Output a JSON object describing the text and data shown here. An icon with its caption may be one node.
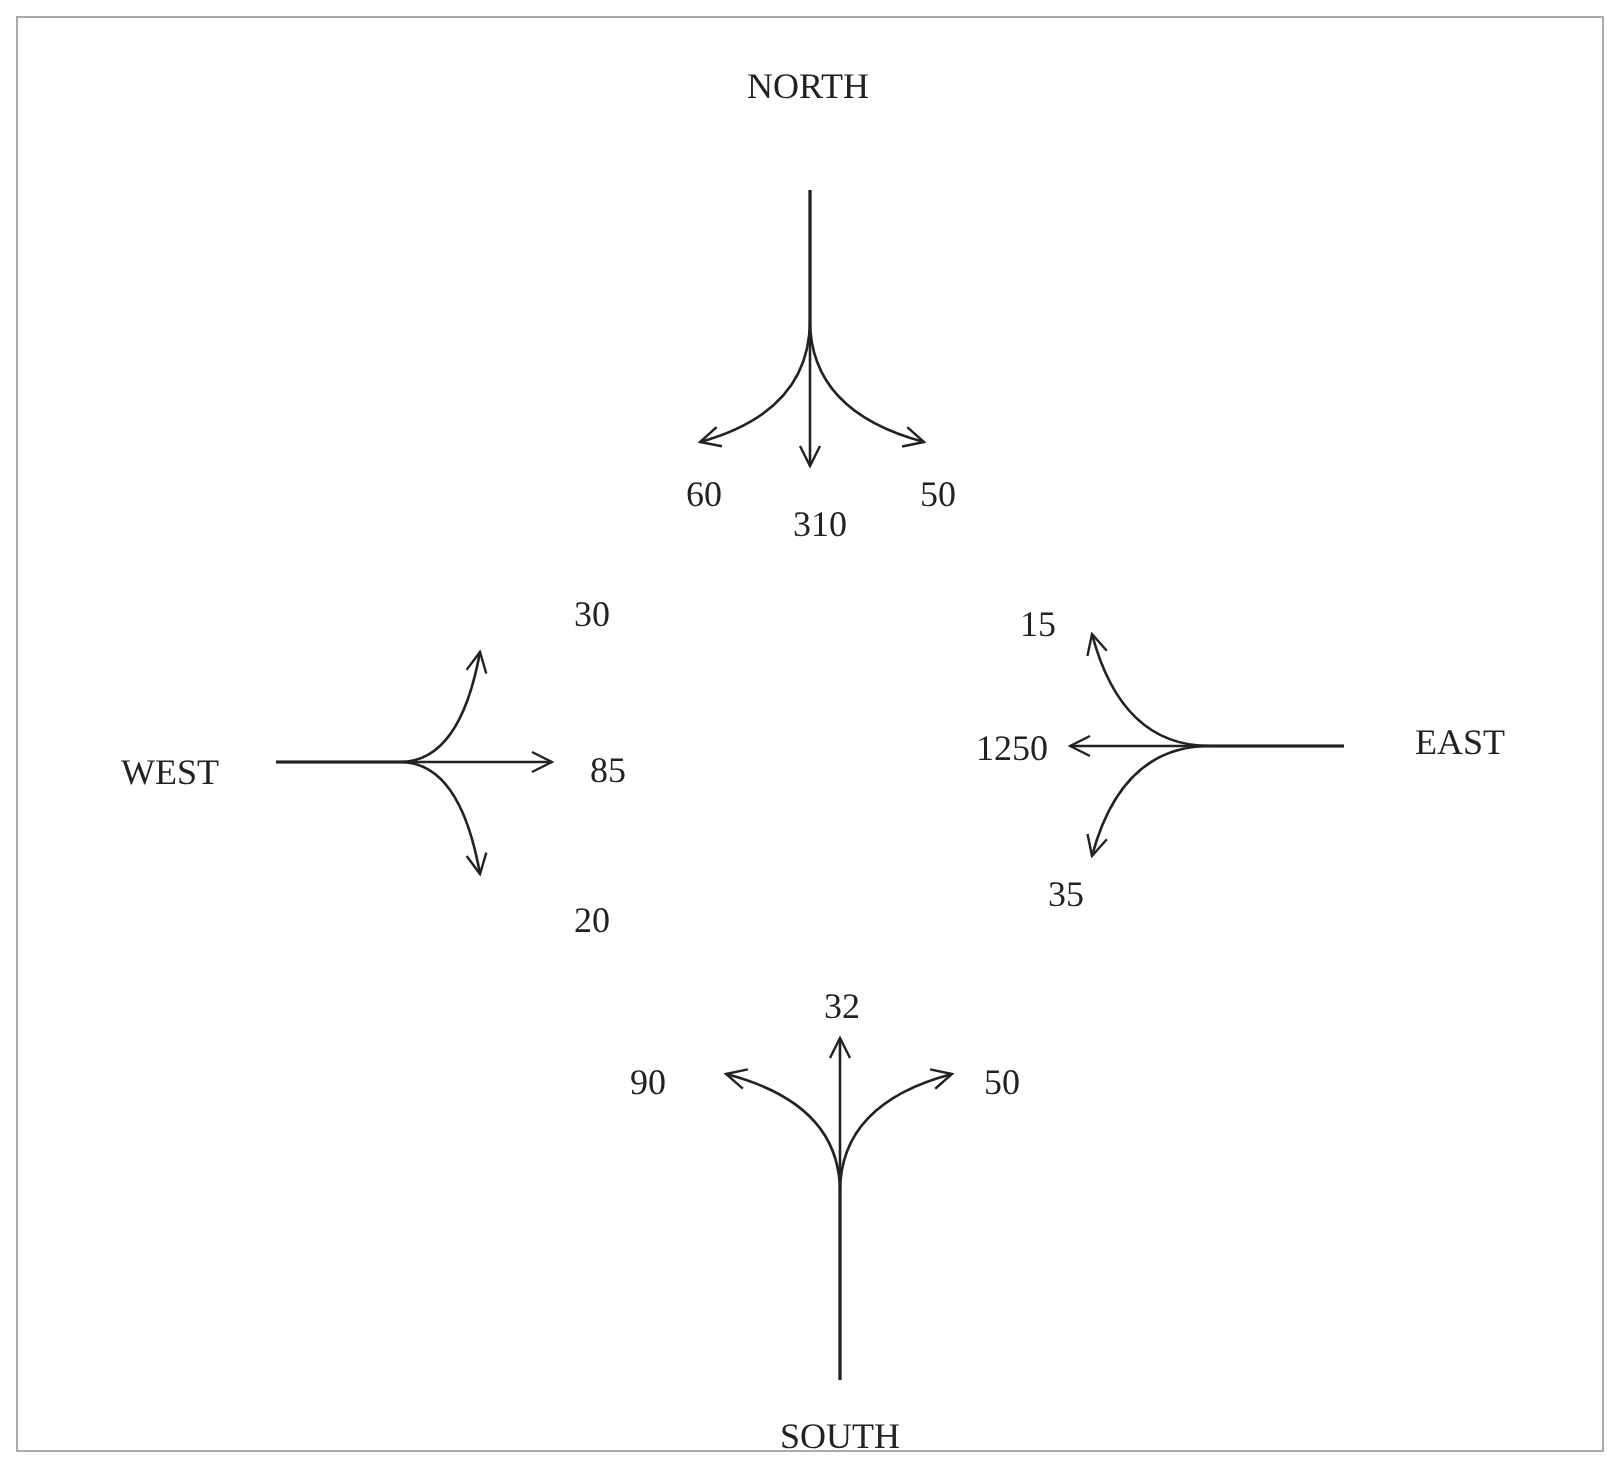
{
  "diagram": {
    "nodes": [
      {
        "text": [
          "NORTH"
        ]
      },
      {
        "text": [
          "60"
        ]
      },
      {
        "text": [
          "310"
        ]
      },
      {
        "text": [
          "50"
        ]
      },
      {
        "text": [
          "WEST"
        ]
      },
      {
        "text": [
          "30"
        ]
      },
      {
        "text": [
          "85"
        ]
      },
      {
        "text": [
          "20"
        ]
      },
      {
        "text": [
          "EAST"
        ]
      },
      {
        "text": [
          "15"
        ]
      },
      {
        "text": [
          "1250"
        ]
      },
      {
        "text": [
          "35"
        ]
      },
      {
        "text": [
          "SOUTH"
        ]
      },
      {
        "text": [
          "90"
        ]
      },
      {
        "text": [
          "32"
        ]
      },
      {
        "text": [
          "50"
        ]
      }
    ],
    "edges": [
      {
        "from": 0,
        "to": 1,
        "arrow": "to"
      },
      {
        "from": 0,
        "to": 2,
        "arrow": "to"
      },
      {
        "from": 0,
        "to": 3,
        "arrow": "to"
      },
      {
        "from": 4,
        "to": 5,
        "arrow": "to"
      },
      {
        "from": 4,
        "to": 6,
        "arrow": "to"
      },
      {
        "from": 4,
        "to": 7,
        "arrow": "to"
      },
      {
        "from": 8,
        "to": 9,
        "arrow": "to"
      },
      {
        "from": 8,
        "to": 10,
        "arrow": "to"
      },
      {
        "from": 8,
        "to": 11,
        "arrow": "to"
      },
      {
        "from": 12,
        "to": 13,
        "arrow": "to"
      },
      {
        "from": 12,
        "to": 14,
        "arrow": "to"
      },
      {
        "from": 12,
        "to": 15,
        "arrow": "to"
      }
    ]
  }
}
